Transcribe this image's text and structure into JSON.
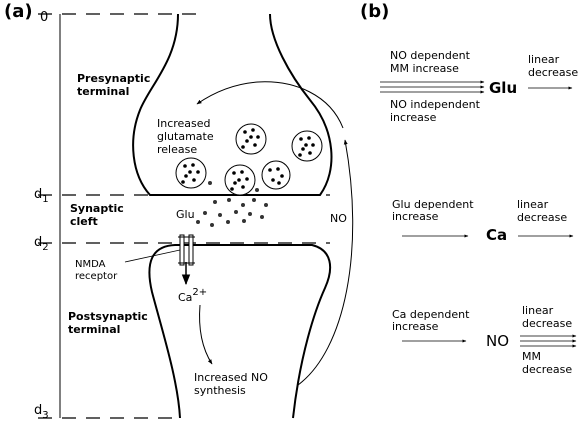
{
  "panels": {
    "a": "(a)",
    "b": "(b)"
  },
  "depth_labels": {
    "zero": "0",
    "d1": "d",
    "d1_sub": "1",
    "d2": "d",
    "d2_sub": "2",
    "d3": "d",
    "d3_sub": "3"
  },
  "regions": {
    "presynaptic": [
      "Presynaptic",
      "terminal"
    ],
    "synaptic_cleft": [
      "Synaptic",
      "cleft"
    ],
    "postsynaptic": [
      "Postsynaptic",
      "terminal"
    ]
  },
  "labels": {
    "increased_release": [
      "Increased",
      "glutamate",
      "release"
    ],
    "glu": "Glu",
    "nmda": [
      "NMDA",
      "receptor"
    ],
    "ca": "Ca",
    "ca_sup": "2+",
    "no_arrow": "NO",
    "increased_no": [
      "Increased NO",
      "synthesis"
    ]
  },
  "panel_b": {
    "glu_row": {
      "in_top": [
        "NO dependent",
        "MM increase"
      ],
      "in_bottom": [
        "NO independent",
        "increase"
      ],
      "node": "Glu",
      "out": [
        "linear",
        "decrease"
      ]
    },
    "ca_row": {
      "in": [
        "Glu dependent",
        "increase"
      ],
      "node": "Ca",
      "out": [
        "linear",
        "decrease"
      ]
    },
    "no_row": {
      "in": [
        "Ca dependent",
        "increase"
      ],
      "node": "NO",
      "out_top": [
        "linear",
        "decrease"
      ],
      "out_bottom": [
        "MM",
        "decrease"
      ]
    }
  }
}
